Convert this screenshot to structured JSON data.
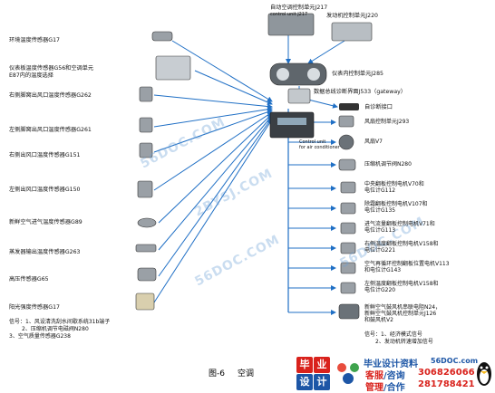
{
  "left_labels": [
    {
      "text": "环境温度传感器G17"
    },
    {
      "text": "仪表板温度传感器G56和空调单元"
    },
    {
      "text": "E87内的温度选择"
    },
    {
      "text": "右侧脚窝出风口温度传感器G262"
    },
    {
      "text": "左侧脚窝出风口温度传感器G261"
    },
    {
      "text": "右侧出风口温度传感器G151"
    },
    {
      "text": "左侧出风口温度传感器G150"
    },
    {
      "text": "新鲜空气进气温度传感器G89"
    },
    {
      "text": "蒸发器输出温度传感器G263"
    },
    {
      "text": "高压传感器G65"
    },
    {
      "text": "阳光强度传感器G17"
    }
  ],
  "left_signals": [
    {
      "text": "信号：1、风设清洗刮水间歇系统31b端子"
    },
    {
      "text": "2、压缩机调节电磁阀N280"
    },
    {
      "text": "3、空气质量传感器G238"
    }
  ],
  "top_labels": {
    "climate_ecu": "自动空调控制单元J217",
    "climate_ecu_sub": "control unit J217",
    "engine_ecu": "发动机控制单元J220"
  },
  "middle_labels": {
    "instrument": "仪表内控制单元J285",
    "gateway": "数据总线诊断界面J533（gateway）",
    "self_diag": "自诊断接口",
    "control_unit_en1": "Control unit",
    "control_unit_en2": "for air conditioner"
  },
  "right_labels": [
    {
      "text": "风扇控制单元J293"
    },
    {
      "text": "风扇V7"
    },
    {
      "text": "压缩机调节阀N280"
    },
    {
      "text": "中央翻板控制电机V70和"
    },
    {
      "text": "电位计G112"
    },
    {
      "text": "除霜翻板控制电机V107和"
    },
    {
      "text": "电位计G135"
    },
    {
      "text": "进气流量翻板控制电机V71和"
    },
    {
      "text": "电位计G113"
    },
    {
      "text": "右侧温度翻板控制电机V158和"
    },
    {
      "text": "电位计G221"
    },
    {
      "text": "空气再循环控制翻板位置电机V113"
    },
    {
      "text": "和电位计G143"
    },
    {
      "text": "左侧温度翻板控制电机V158和"
    },
    {
      "text": "电位计G220"
    },
    {
      "text": "新鲜空气鼓风机串联电阻N24，"
    },
    {
      "text": "新鲜空气鼓风机控制单元J126"
    },
    {
      "text": "和鼓风机V2"
    }
  ],
  "right_signals": [
    {
      "text": "信号：1、经济模式信号"
    },
    {
      "text": "2、发动机转速增加信号"
    }
  ],
  "caption": {
    "fig_no": "图-6",
    "fig_text": "空调"
  },
  "watermarks": [
    "56DOC.COM",
    "2BYSJ.COM",
    "56DOC.COM",
    "56DOC.COM"
  ],
  "banner": {
    "logo_chars": [
      "毕",
      "业",
      "设",
      "计"
    ],
    "site": "毕业设计资料",
    "url": "56DOC.com",
    "svc1": "客服",
    "svc1b": "/咨询",
    "phone1": "306826066",
    "svc2": "管理",
    "svc2b": "/合作",
    "phone2": "281788421"
  },
  "colors": {
    "arrow": "#1f6fc5",
    "banner_red": "#d9221c",
    "banner_blue": "#1d56a6"
  }
}
